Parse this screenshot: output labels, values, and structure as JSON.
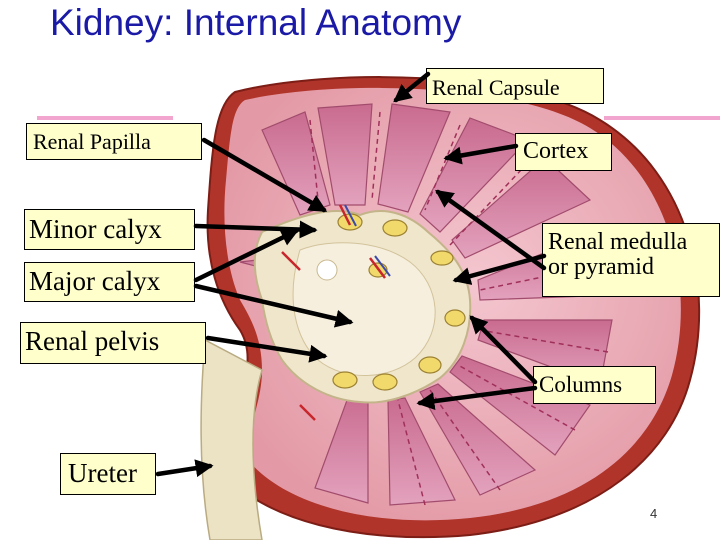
{
  "slide": {
    "title": "Kidney: Internal Anatomy",
    "page_number": "4"
  },
  "labels": {
    "renal_capsule": "Renal Capsule",
    "renal_papilla": "Renal Papilla",
    "cortex": "Cortex",
    "minor_calyx": "Minor calyx",
    "major_calyx": "Major calyx",
    "renal_medulla_line1": "Renal medulla",
    "renal_medulla_line2": "or pyramid",
    "renal_pelvis": "Renal pelvis",
    "columns": "Columns",
    "ureter": "Ureter"
  },
  "colors": {
    "title": "#1a1aa6",
    "label_background": "#ffffcc",
    "accent_bar": "#f2a6cf",
    "cortex": "#d9737f",
    "pyramid": "#d98aa8",
    "capsule": "#9e2a23",
    "pelvis": "#efe6cc"
  }
}
